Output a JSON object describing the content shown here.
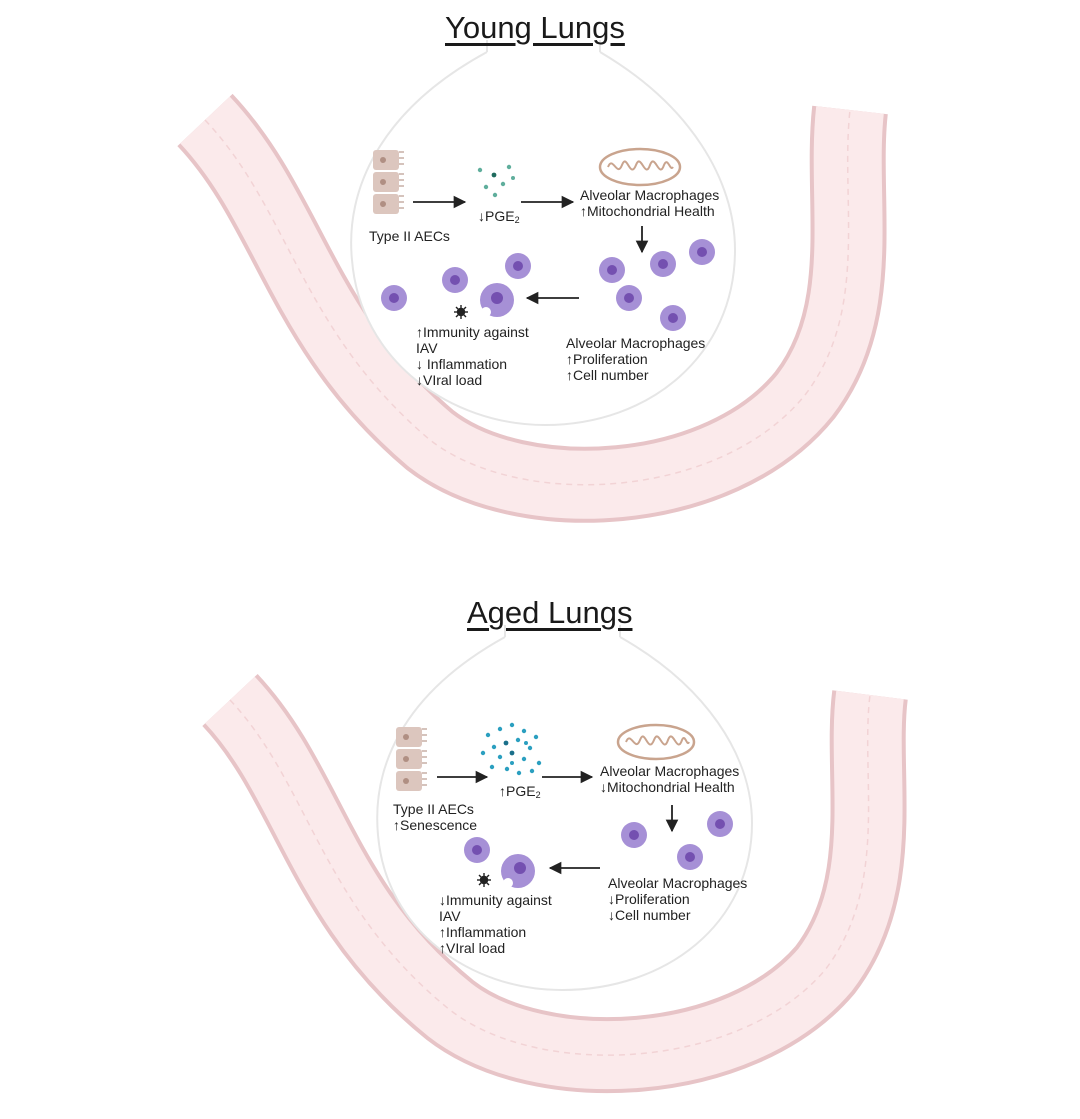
{
  "colors": {
    "tube_fill": "#fbe9ea",
    "tube_edge": "#e8c3c6",
    "alveolus_edge": "#eeeeee",
    "macrophage": "#a690d6",
    "macrophage_nucleus": "#7450b0",
    "aec": "#d9c4bc",
    "mitochondria": "#c9a48e",
    "pge2_young": "#5fae9c",
    "pge2_aged": "#2b9fc0",
    "arrow": "#222222"
  },
  "icons": [
    "type-ii-aec-icon",
    "pge2-molecules-icon",
    "mitochondria-icon",
    "macrophage-icon",
    "virus-icon"
  ],
  "young": {
    "title": "Young Lungs",
    "aec_label": [
      "Type II AECs"
    ],
    "pge2": {
      "arrow": "↓",
      "text": "PGE",
      "sub": "2"
    },
    "mito_label": [
      "Alveolar Macrophages",
      "↑Mitochondrial Health"
    ],
    "am_label": [
      "Alveolar Macrophages",
      "↑Proliferation",
      "↑Cell number"
    ],
    "outcome": [
      "↑Immunity against",
      "IAV",
      "↓ Inflammation",
      "↓VIral load"
    ]
  },
  "aged": {
    "title": "Aged Lungs",
    "aec_label": [
      "Type II AECs",
      "↑Senescence"
    ],
    "pge2": {
      "arrow": "↑",
      "text": "PGE",
      "sub": "2"
    },
    "mito_label": [
      "Alveolar Macrophages",
      "↓Mitochondrial Health"
    ],
    "am_label": [
      "Alveolar Macrophages",
      "↓Proliferation",
      "↓Cell number"
    ],
    "outcome": [
      "↓Immunity against",
      "IAV",
      "↑Inflammation",
      "↑VIral load"
    ]
  }
}
